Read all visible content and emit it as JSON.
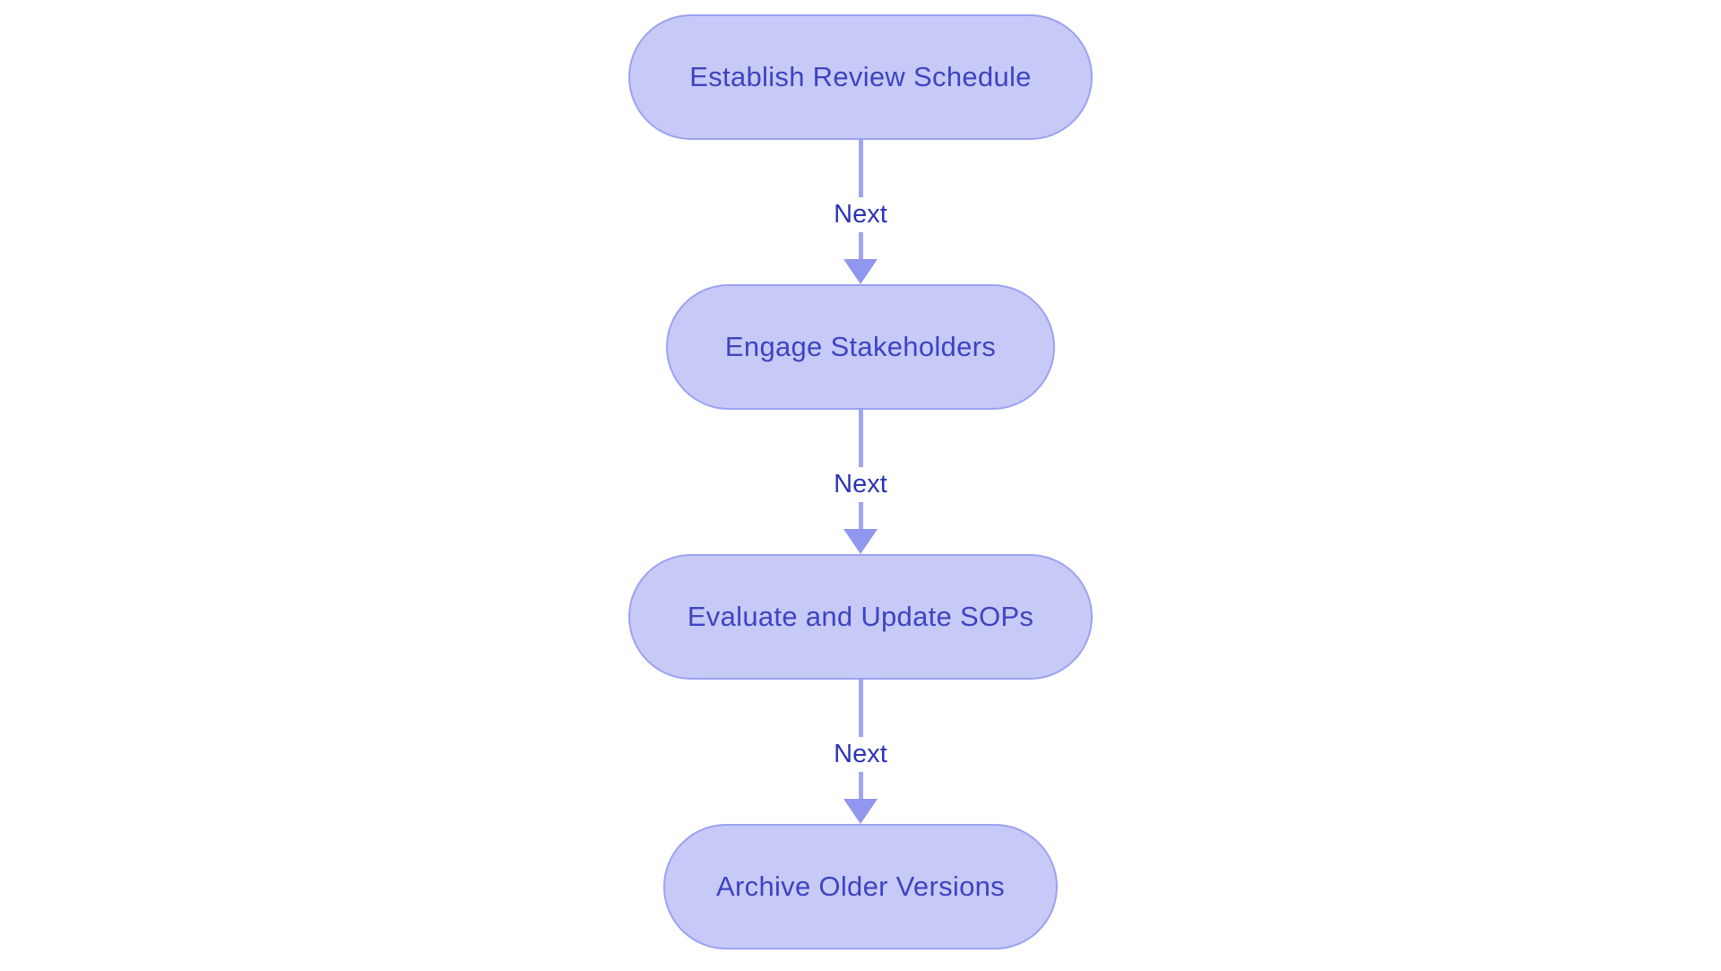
{
  "diagram": {
    "type": "flowchart",
    "direction": "top-down",
    "background": "#ffffff",
    "colors": {
      "node_fill": "#c7caf7",
      "node_border": "#9ba2f1",
      "node_text": "#3e44c0",
      "edge_line": "#9fa6f1",
      "edge_arrowhead": "#8f97ee",
      "edge_label_text": "#2c34b4"
    },
    "nodes": [
      {
        "id": "establish-review-schedule",
        "label": "Establish Review Schedule",
        "shape": "stadium"
      },
      {
        "id": "engage-stakeholders",
        "label": "Engage Stakeholders",
        "shape": "stadium"
      },
      {
        "id": "evaluate-and-update-sops",
        "label": "Evaluate and Update SOPs",
        "shape": "stadium"
      },
      {
        "id": "archive-older-versions",
        "label": "Archive Older Versions",
        "shape": "stadium"
      }
    ],
    "edges": [
      {
        "from": "establish-review-schedule",
        "to": "engage-stakeholders",
        "label": "Next"
      },
      {
        "from": "engage-stakeholders",
        "to": "evaluate-and-update-sops",
        "label": "Next"
      },
      {
        "from": "evaluate-and-update-sops",
        "to": "archive-older-versions",
        "label": "Next"
      }
    ]
  }
}
